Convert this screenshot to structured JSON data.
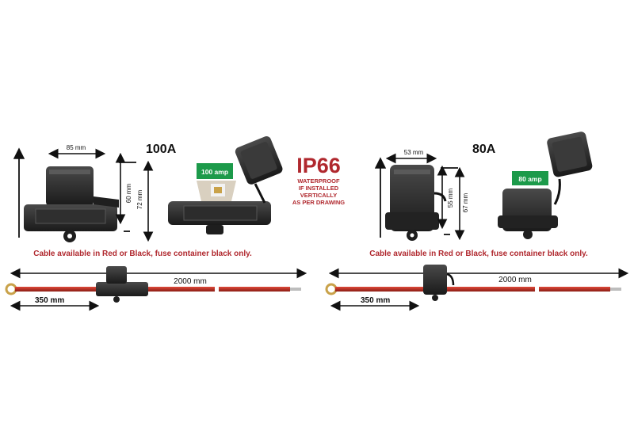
{
  "left": {
    "rating": "100A",
    "fuse_label": "100 amp",
    "dims": {
      "width": "85  mm",
      "height_inner": "60 mm",
      "height_outer": "72 mm"
    },
    "cable_note": "Cable available in Red or Black, fuse container black only.",
    "cable_length": "2000 mm",
    "lead_length": "350 mm"
  },
  "right": {
    "rating": "80A",
    "fuse_label": "80 amp",
    "dims": {
      "width": "53  mm",
      "height_inner": "55 mm",
      "height_outer": "67 mm"
    },
    "cable_note": "Cable available in Red or Black, fuse container black only.",
    "cable_length": "2000 mm",
    "lead_length": "350 mm"
  },
  "center": {
    "ip_rating": "IP66",
    "note_lines": [
      "WATERPROOF",
      "IF INSTALLED",
      "VERTICALLY",
      "AS PER DRAWING"
    ]
  },
  "colors": {
    "accent_red": "#b0282e",
    "fuse_green": "#1c9a4a",
    "cable_red": "#c0392b",
    "holder_black": "#262626"
  }
}
